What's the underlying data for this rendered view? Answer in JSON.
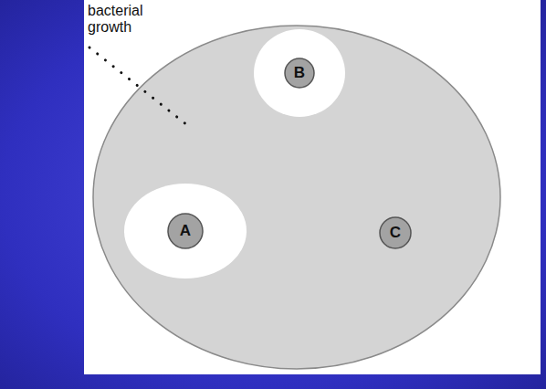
{
  "diagram": {
    "nodes": [
      {
        "text": [
          "B"
        ]
      },
      {
        "text": [
          "A"
        ]
      },
      {
        "text": [
          "C"
        ]
      }
    ],
    "labels": [
      "bacterial growth"
    ]
  }
}
